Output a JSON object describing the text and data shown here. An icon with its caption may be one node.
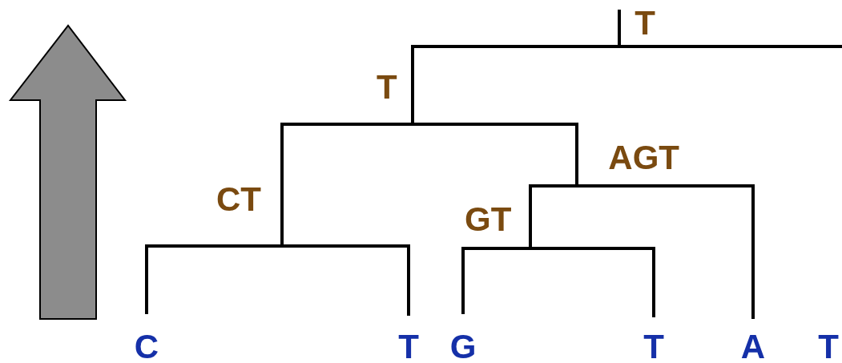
{
  "diagram": {
    "nodes": [
      {
        "text": [
          "C"
        ]
      },
      {
        "text": [
          "T"
        ]
      },
      {
        "text": [
          "G"
        ]
      },
      {
        "text": [
          "T"
        ]
      },
      {
        "text": [
          "A"
        ]
      },
      {
        "text": [
          "T"
        ]
      },
      {
        "text": [
          "CT"
        ]
      },
      {
        "text": [
          "GT"
        ]
      },
      {
        "text": [
          "AGT"
        ]
      },
      {
        "text": [
          "T"
        ]
      },
      {
        "text": [
          "T"
        ]
      }
    ],
    "edges": [
      {
        "from": 0,
        "to": 6,
        "arrow": "none"
      },
      {
        "from": 1,
        "to": 6,
        "arrow": "none"
      },
      {
        "from": 2,
        "to": 7,
        "arrow": "none"
      },
      {
        "from": 3,
        "to": 7,
        "arrow": "none"
      },
      {
        "from": 7,
        "to": 8,
        "arrow": "none"
      },
      {
        "from": 4,
        "to": 8,
        "arrow": "none"
      },
      {
        "from": 6,
        "to": 9,
        "arrow": "none"
      },
      {
        "from": 8,
        "to": 9,
        "arrow": "none"
      },
      {
        "from": 9,
        "to": 10,
        "arrow": "none"
      },
      {
        "from": 10,
        "to": null,
        "arrow": "none"
      }
    ]
  }
}
